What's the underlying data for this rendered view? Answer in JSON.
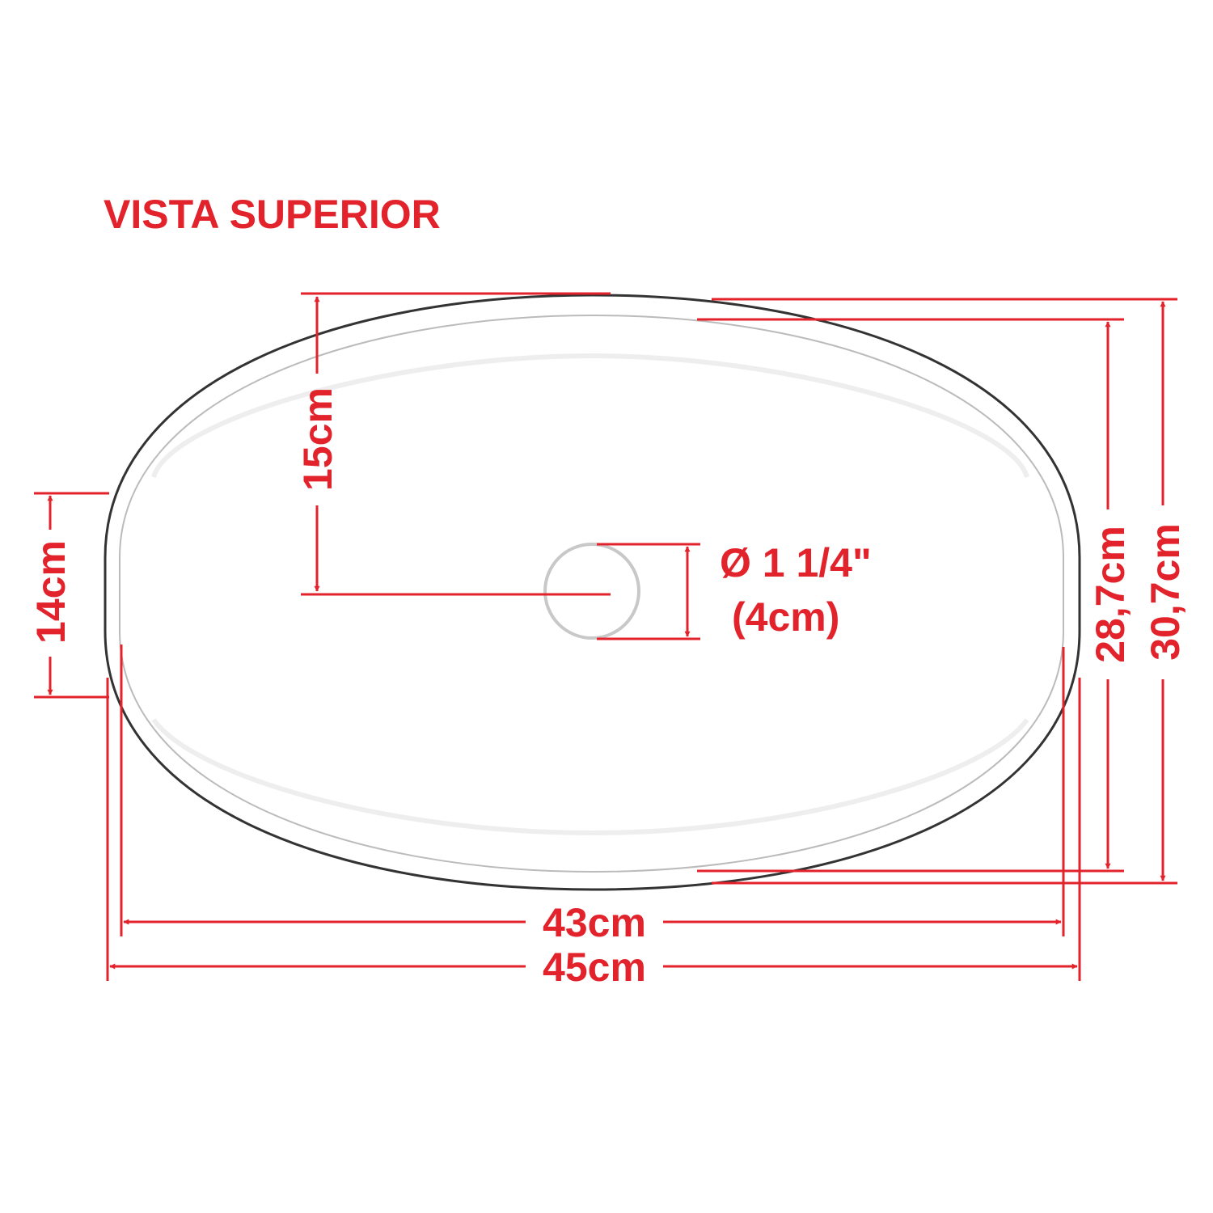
{
  "title": "VISTA SUPERIOR",
  "colors": {
    "accent": "#e3232c",
    "outline": "#333333"
  },
  "dimensions": {
    "drain_to_edge": "15cm",
    "side_height": "14cm",
    "drain_diameter_in": "Ø 1 1/4\"",
    "drain_diameter_cm": "(4cm)",
    "inner_depth": "28,7cm",
    "outer_depth": "30,7cm",
    "inner_width": "43cm",
    "outer_width": "45cm"
  }
}
